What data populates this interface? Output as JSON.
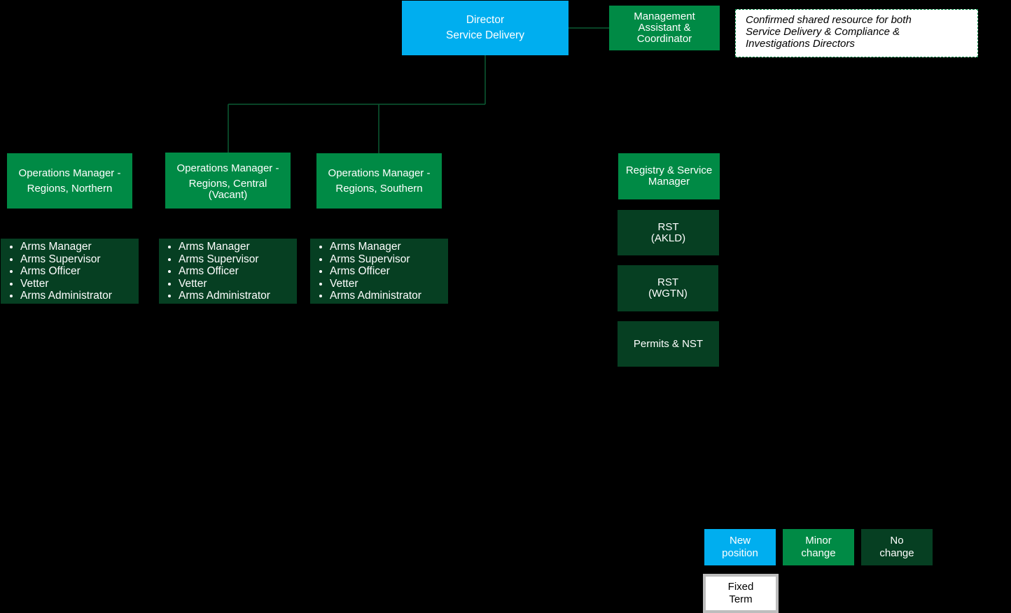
{
  "colors": {
    "new": "#00AEEF",
    "minor": "#008A45",
    "nochange": "#063F22",
    "connector": "#0B5A32",
    "note_border": "#008A45"
  },
  "director": {
    "line1": "Director",
    "line2": "Service Delivery"
  },
  "assistant": {
    "line1": "Management",
    "line2": "Assistant &",
    "line3": "Coordinator"
  },
  "note": {
    "line1": "Confirmed shared resource for both",
    "line2": "Service Delivery & Compliance &",
    "line3": "Investigations Directors"
  },
  "managers": [
    {
      "line1": "Operations Manager -",
      "line2": "Regions, Northern",
      "line3": ""
    },
    {
      "line1": "Operations Manager -",
      "line2": "Regions, Central",
      "line3": "(Vacant)"
    },
    {
      "line1": "Operations Manager -",
      "line2": "Regions, Southern",
      "line3": ""
    }
  ],
  "team_lists": [
    [
      "Arms Manager",
      "Arms Supervisor",
      "Arms Officer",
      "Vetter",
      "Arms Administrator"
    ],
    [
      "Arms Manager",
      "Arms Supervisor",
      "Arms Officer",
      "Vetter",
      "Arms Administrator"
    ],
    [
      "Arms Manager",
      "Arms Supervisor",
      "Arms Officer",
      "Vetter",
      "Arms Administrator"
    ]
  ],
  "registry": {
    "line1": "Registry & Service",
    "line2": "Manager"
  },
  "rst_akld": {
    "line1": "RST",
    "line2": "(AKLD)"
  },
  "rst_wgtn": {
    "line1": "RST",
    "line2": "(WGTN)"
  },
  "permits": {
    "label": "Permits & NST"
  },
  "legend": {
    "new": {
      "line1": "New",
      "line2": "position"
    },
    "minor": {
      "line1": "Minor",
      "line2": "change"
    },
    "nochange": {
      "line1": "No",
      "line2": "change"
    },
    "fixed": {
      "line1": "Fixed",
      "line2": "Term"
    }
  }
}
